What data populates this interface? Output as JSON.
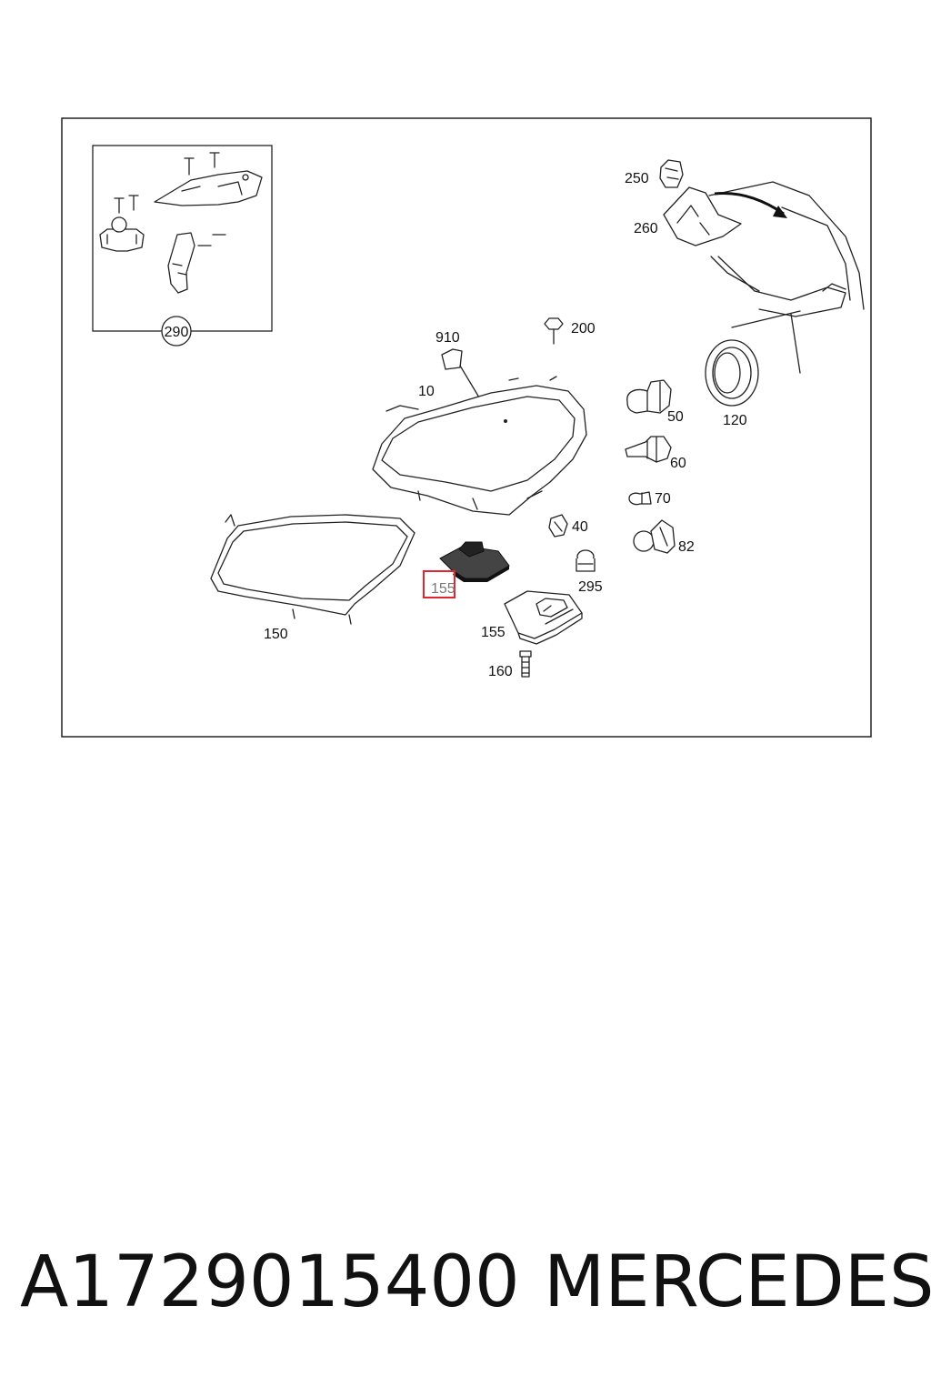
{
  "diagram": {
    "callouts": {
      "c290": "290",
      "c250": "250",
      "c260": "260",
      "c910": "910",
      "c200": "200",
      "c10": "10",
      "c50": "50",
      "c120": "120",
      "c60": "60",
      "c70": "70",
      "c40": "40",
      "c82": "82",
      "c295": "295",
      "c155_highlight": "155",
      "c155": "155",
      "c150": "150",
      "c160": "160"
    },
    "highlight_color": "#e0262f"
  },
  "caption": {
    "part_number": "A1729015400",
    "brand": "MERCEDES"
  }
}
